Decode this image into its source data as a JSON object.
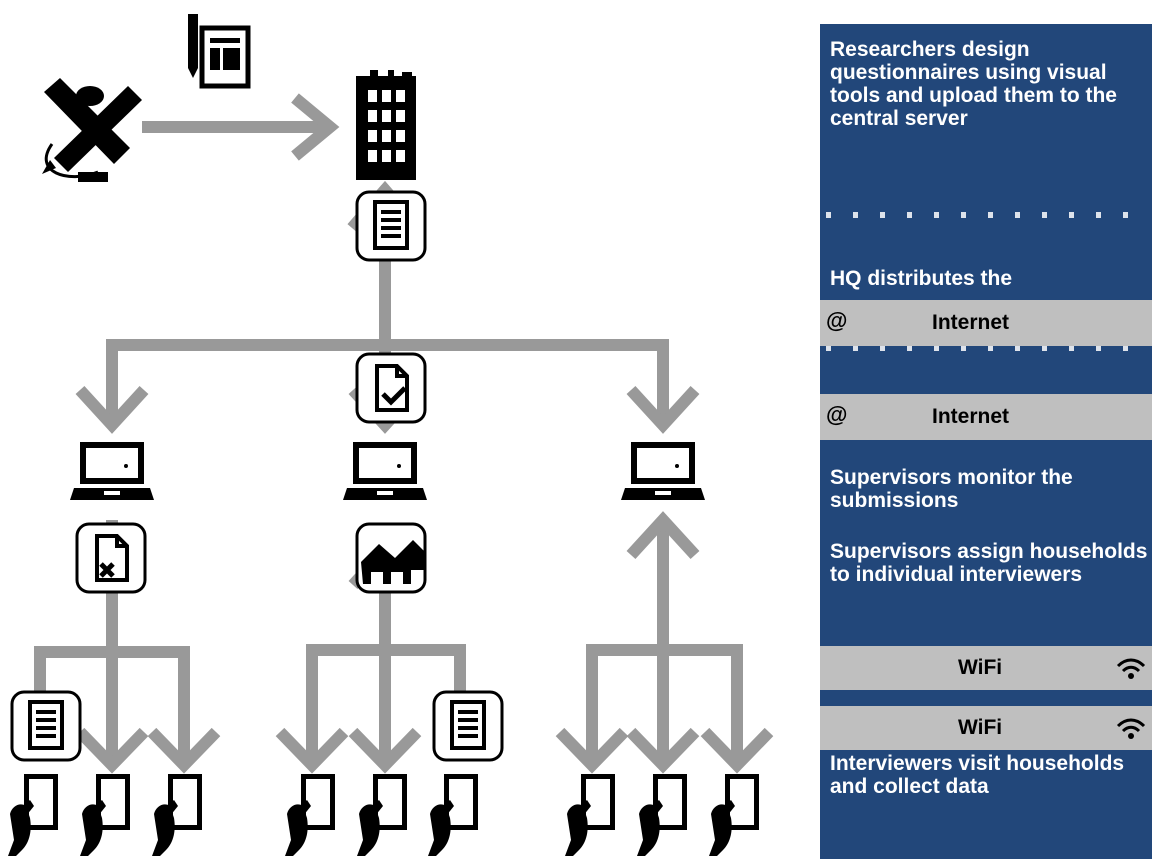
{
  "side_panel": {
    "design_text": "Researchers design questionnaires using visual tools and upload them to the central server",
    "hq_text": "HQ distributes the",
    "internet_label": "Internet",
    "internet_label_2": "Internet",
    "monitor_text": "Supervisors monitor the submissions",
    "assign_text": "Supervisors assign households to individual interviewers",
    "wifi_label": "WiFi",
    "wifi_label_2": "WiFi",
    "visit_text": "Interviewers visit households and collect data"
  },
  "icons": {
    "designer": "design-tools-icon",
    "questionnaire": "questionnaire-icon",
    "hq": "office-building-icon",
    "supervisor_laptop": "laptop-icon",
    "interviewer_tablet": "tablet-icon",
    "document_check": "approved-document-icon",
    "document_reject": "rejected-document-icon",
    "household": "household-icon",
    "internet": "at-sign-icon",
    "wifi": "wifi-icon"
  },
  "colors": {
    "arrow": "#999999",
    "panel": "#22477a",
    "band": "#bfbfbf"
  }
}
